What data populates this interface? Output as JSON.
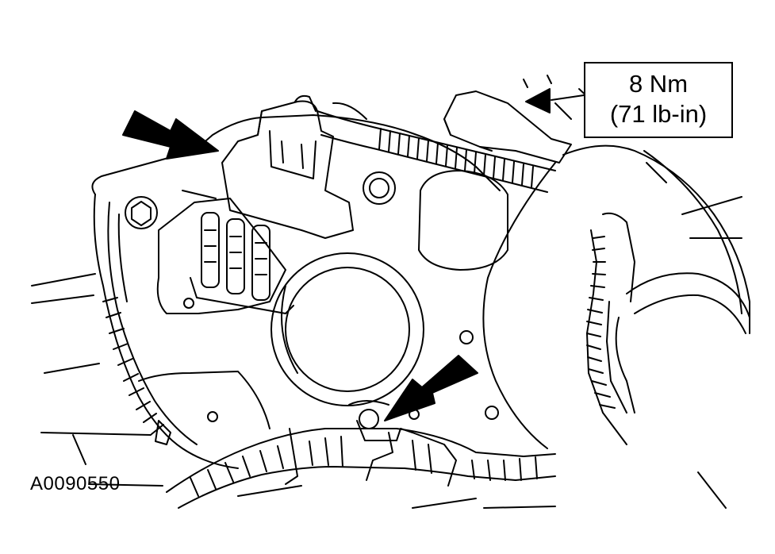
{
  "callout": {
    "value_metric": "8 Nm",
    "value_imperial": "(71 lb-in)"
  },
  "figure_id": "A0090550",
  "colors": {
    "line": "#000000",
    "background": "#ffffff"
  }
}
